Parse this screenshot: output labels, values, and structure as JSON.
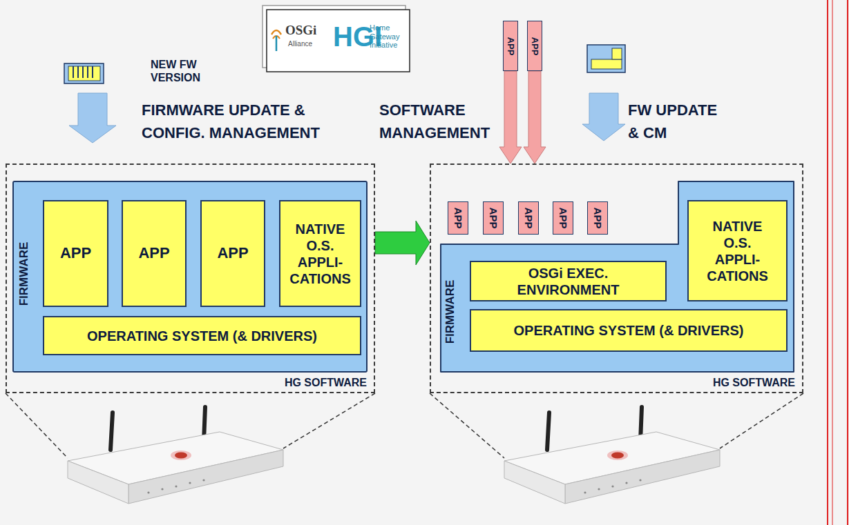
{
  "diagram": {
    "nodes": [
      {
        "text": [
          "OSGi",
          "Alliance",
          "HGI",
          "Home Gateway Initiative"
        ]
      },
      {
        "text": [
          "APP"
        ]
      },
      {
        "text": [
          "APP"
        ]
      },
      {
        "text": [
          "HG SOFTWARE"
        ]
      },
      {
        "text": [
          "FIRMWARE"
        ],
        "in": 3
      },
      {
        "text": [
          "APP"
        ],
        "in": 4
      },
      {
        "text": [
          "APP"
        ],
        "in": 4
      },
      {
        "text": [
          "APP"
        ],
        "in": 4
      },
      {
        "text": [
          "NATIVE O.S. APPLI- CATIONS"
        ],
        "in": 4
      },
      {
        "text": [
          "OPERATING SYSTEM (& DRIVERS)"
        ],
        "in": 4
      },
      {
        "text": [
          "HG SOFTWARE"
        ]
      },
      {
        "text": [
          "FIRMWARE"
        ],
        "in": 10
      },
      {
        "text": [
          "APP"
        ],
        "in": 10
      },
      {
        "text": [
          "APP"
        ],
        "in": 10
      },
      {
        "text": [
          "APP"
        ],
        "in": 10
      },
      {
        "text": [
          "APP"
        ],
        "in": 10
      },
      {
        "text": [
          "APP"
        ],
        "in": 10
      },
      {
        "text": [
          "OSGi EXEC. ENVIRONMENT"
        ],
        "in": 11
      },
      {
        "text": [
          "NATIVE O.S. APPLI- CATIONS"
        ],
        "in": 11
      },
      {
        "text": [
          "OPERATING SYSTEM (& DRIVERS)"
        ],
        "in": 11
      }
    ],
    "edges": [
      {
        "from": 1,
        "to": 10,
        "arrow": "to",
        "label": "SOFTWARE MANAGEMENT"
      },
      {
        "from": 2,
        "to": 10,
        "arrow": "to"
      },
      {
        "from": 3,
        "to": 10,
        "arrow": "to"
      }
    ],
    "labels": [
      "NEW FW VERSION",
      "FIRMWARE UPDATE & CONFIG. MANAGEMENT",
      "FW UPDATE & CM"
    ]
  }
}
